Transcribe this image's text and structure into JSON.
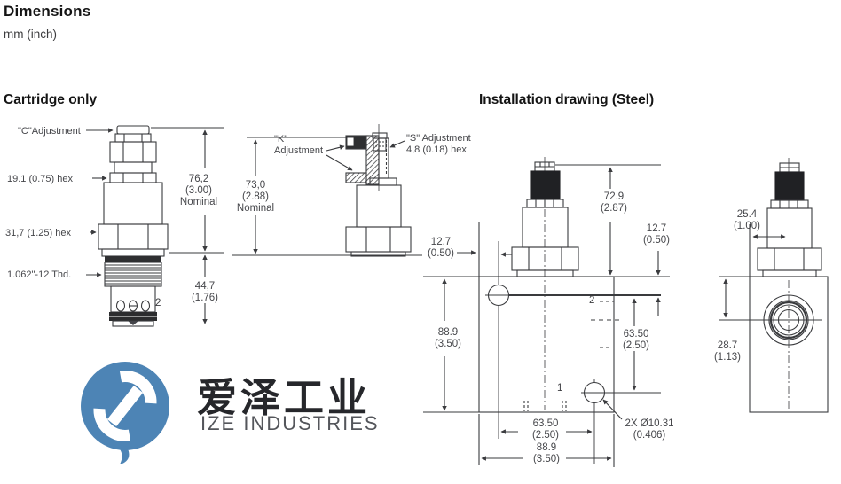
{
  "header": {
    "title": "Dimensions",
    "units": "mm (inch)"
  },
  "sections": {
    "cartridge": "Cartridge only",
    "installation": "Installation drawing (Steel)"
  },
  "cartridge_view": {
    "c_adjustment": "\"C\"Adjustment",
    "hex_small": "19.1 (0.75) hex",
    "hex_large": "31,7 (1.25) hex",
    "thread": "1.062\"-12 Thd.",
    "overall_height": [
      "76,2",
      "(3.00)",
      "Nominal"
    ],
    "lower_length": [
      "44,7",
      "(1.76)"
    ],
    "port2": "2"
  },
  "adjustment_view": {
    "k_adjustment": [
      "\"K\"",
      "Adjustment"
    ],
    "s_adjustment": [
      "\"S\" Adjustment",
      "4,8 (0.18) hex"
    ],
    "nominal_height": [
      "73,0",
      "(2.88)",
      "Nominal"
    ]
  },
  "installation_view": {
    "hole_edge_offset_left": [
      "12.7",
      "(0.50)"
    ],
    "stem_height": [
      "72.9",
      "(2.87)"
    ],
    "port_edge_offset_right": [
      "12.7",
      "(0.50)"
    ],
    "port2": "2",
    "hole_spacing_vertical": [
      "63.50",
      "(2.50)"
    ],
    "port1": "1",
    "block_height": [
      "88.9",
      "(3.50)"
    ],
    "hole_spacing_horizontal": [
      "63.50",
      "(2.50)"
    ],
    "mounting_holes": [
      "2X Ø10.31",
      "(0.406)"
    ],
    "block_width": [
      "88.9",
      "(3.50)"
    ]
  },
  "side_view": {
    "stem_offset": [
      "25.4",
      "(1.00)"
    ],
    "port_depth": [
      "28.7",
      "(1.13)"
    ]
  },
  "watermark": {
    "name_cn": "爱泽工业",
    "name_en": "IZE INDUSTRIES"
  },
  "colors": {
    "line": "#3a3b3e",
    "label": "#45464a",
    "logo_blue": "#4d84b5"
  }
}
